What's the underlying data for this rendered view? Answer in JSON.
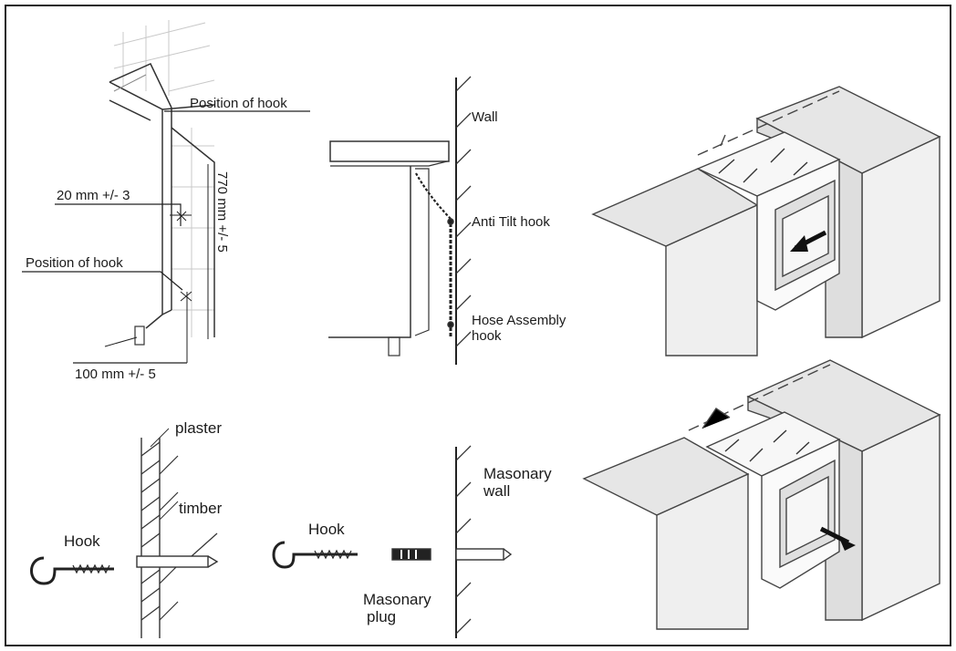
{
  "labels": {
    "position_of_hook_top": "Position of hook",
    "position_of_hook_left": "Position of hook",
    "dim_20mm": "20 mm +/- 3",
    "dim_770mm": "770 mm +/- 5",
    "dim_100mm": "100 mm +/- 5",
    "wall": "Wall",
    "anti_tilt_hook": "Anti Tilt hook",
    "hose_assembly_hook_line1": "Hose Assembly",
    "hose_assembly_hook_line2": "hook",
    "plaster": "plaster",
    "timber": "timber",
    "hook_left": "Hook",
    "hook_right": "Hook",
    "masonary_wall_line1": "Masonary",
    "masonary_wall_line2": "wall",
    "masonary_plug_line1": "Masonary",
    "masonary_plug_line2": "plug"
  }
}
